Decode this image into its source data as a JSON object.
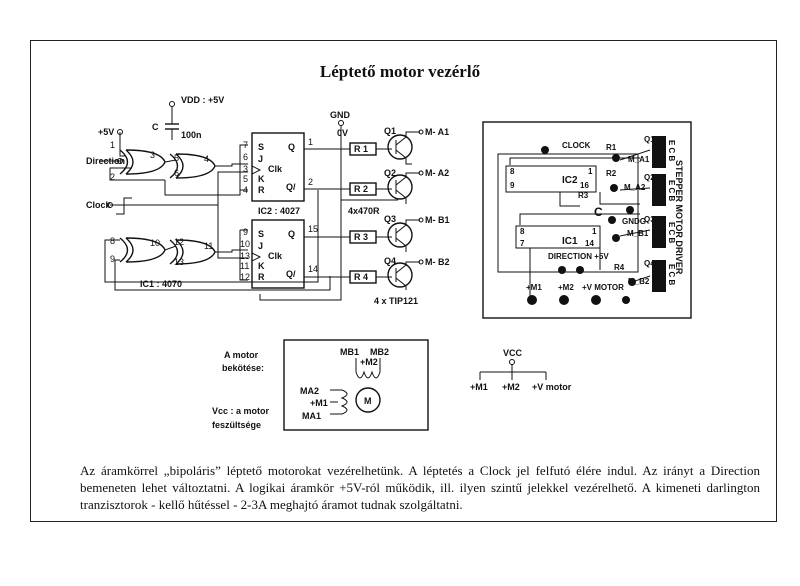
{
  "title": "Léptető motor vezérlő",
  "schematic": {
    "pin_5v": "+5V",
    "vdd": "VDD : +5V",
    "cap_c": "C",
    "cap_value": "100n",
    "direction": "Direction",
    "clock": "Clock",
    "gnd": "GND",
    "gnd_0v": "0V",
    "ic2_label": "IC2 : 4027",
    "ic1_label": "IC1 : 4070",
    "resistors": [
      "R 1",
      "R 2",
      "R 3",
      "R 4"
    ],
    "resistor_value": "4x470R",
    "transistors": [
      "Q1",
      "Q2",
      "Q3",
      "Q4"
    ],
    "transistor_value": "4 x TIP121",
    "outputs": [
      "M- A1",
      "M- A2",
      "M- B1",
      "M- B2"
    ],
    "gate_pins": {
      "xor1": [
        "1",
        "2",
        "3"
      ],
      "xor2": [
        "5",
        "6",
        "4"
      ],
      "xor3": [
        "8",
        "9",
        "10"
      ],
      "xor4": [
        "12",
        "13",
        "11"
      ]
    },
    "ff_top": {
      "pins_in": [
        "7",
        "6",
        "3",
        "5",
        "4"
      ],
      "pins_out": [
        "1",
        "2"
      ],
      "letters_in": [
        "S",
        "J",
        "Clk",
        "K",
        "R"
      ],
      "letters_out": [
        "Q",
        "Q/"
      ]
    },
    "ff_bottom": {
      "pins_in": [
        "9",
        "10",
        "13",
        "11",
        "12"
      ],
      "pins_out": [
        "15",
        "14"
      ],
      "letters_in": [
        "S",
        "J",
        "Clk",
        "K",
        "R"
      ],
      "letters_out": [
        "Q",
        "Q/"
      ]
    }
  },
  "pcb": {
    "vertical_text": "STEPPER MOTOR DRIVER",
    "labels": {
      "clock": "CLOCK",
      "ic2": "IC2",
      "ic1": "IC1",
      "n8a": "8",
      "n9a": "9",
      "n16a": "16",
      "n1a": "1",
      "n8b": "8",
      "n7b": "7",
      "n14b": "14",
      "n1b": "1",
      "r1": "R1",
      "r2": "R2",
      "r3": "R3",
      "r4": "R4",
      "c": "C",
      "gndg": "GNDG",
      "direction_5v": "DIRECTION +5V",
      "m_a1": "M_A1",
      "m_a2": "M_A2",
      "m_b1": "M_B1",
      "m_b2": "M_B2",
      "m1": "+M1",
      "m2": "+M2",
      "v_motor": "+V MOTOR",
      "q1": "Q1",
      "q2": "Q2",
      "q3": "Q3",
      "q4": "Q4",
      "ecb": "E C B"
    }
  },
  "motor": {
    "connection_label_1": "A motor",
    "connection_label_2": "bekötése:",
    "vcc_note_1": "Vcc : a motor",
    "vcc_note_2": "feszültsége",
    "mb1": "MB1",
    "mb2": "MB2",
    "plus_m2": "+M2",
    "ma2": "MA2",
    "plus_m1": "+M1",
    "ma1": "MA1",
    "m": "M",
    "vcc": "VCC",
    "vcc_m1": "+M1",
    "vcc_m2": "+M2",
    "vcc_v": "+V motor"
  },
  "description": "Az áramkörrel „bipoláris” léptető motorokat vezérelhetünk. A léptetés a Clock jel felfutó élére indul. Az irányt a Direction bemeneten lehet változtatni. A logikai áramkör +5V-ról működik, ill. ilyen szintű jelekkel vezérelhető. A kimeneti darlington tranzisztorok - kellő hűtéssel - 2-3A meghajtó áramot tudnak szolgáltatni."
}
